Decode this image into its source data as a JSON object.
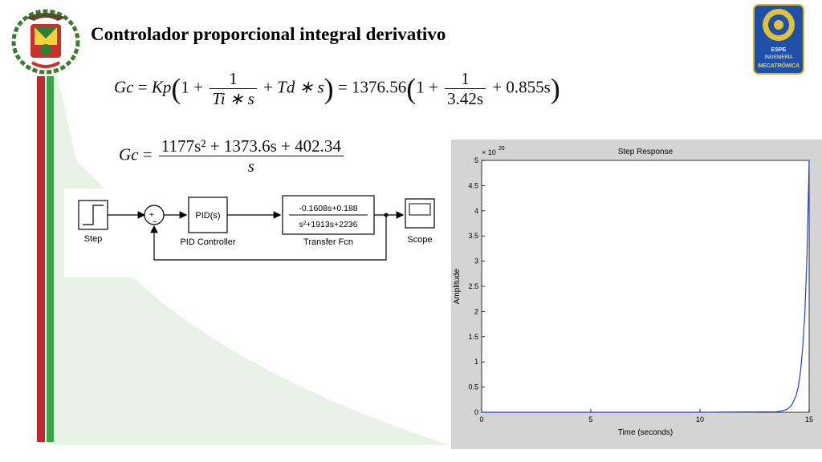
{
  "title": "Controlador proporcional integral derivativo",
  "equation1": {
    "lhs": "Gc",
    "eq": "=",
    "kp": "Kp",
    "one": "1",
    "plus": "+",
    "frac_num": "1",
    "frac_den": "Ti ∗ s",
    "td_term": "Td ∗ s",
    "kp_value": "1376.56",
    "frac2_num": "1",
    "frac2_den": "3.42s",
    "d_term": "0.855s"
  },
  "equation2": {
    "lhs": "Gc",
    "eq": "=",
    "numerator": "1177s² + 1373.6s + 402.34",
    "denominator": "s"
  },
  "block_diagram": {
    "step_label": "Step",
    "sum_plus": "+",
    "sum_minus": "−",
    "pid_block": "PID(s)",
    "pid_label": "PID Controller",
    "tf_num": "-0.1608s+0.188",
    "tf_den": "s²+1913s+2236",
    "tf_label": "Transfer Fcn",
    "scope_label": "Scope"
  },
  "logos": {
    "left": "university-crest",
    "right": "ESPE INGENIERÍA MECATRÓNICA",
    "right_line1": "ESPE",
    "right_line2": "INGENIERÍA",
    "right_line3": "MECATRÓNICA"
  },
  "colors": {
    "red_stripe": "#c0282d",
    "green_stripe": "#3aa545",
    "background_wedge": "#e8f1e6",
    "plot_line": "#1f3fd6",
    "figure_bg": "#d4d4d4"
  },
  "chart_data": {
    "type": "line",
    "title": "Step Response",
    "xlabel": "Time (seconds)",
    "ylabel": "Amplitude",
    "y_multiplier": "× 10",
    "y_exponent": "26",
    "xlim": [
      0,
      15
    ],
    "ylim": [
      0,
      5
    ],
    "xticks": [
      "0",
      "5",
      "10",
      "15"
    ],
    "yticks": [
      "0",
      "0.5",
      "1",
      "1.5",
      "2",
      "2.5",
      "3",
      "3.5",
      "4",
      "4.5",
      "5"
    ],
    "grid": false,
    "series": [
      {
        "x": [
          0,
          5,
          10,
          13.5,
          13.8,
          14.0,
          14.2,
          14.4,
          14.5,
          14.6,
          14.7,
          14.8,
          14.9,
          15.0
        ],
        "y": [
          0,
          0,
          0,
          0.01,
          0.03,
          0.06,
          0.14,
          0.33,
          0.5,
          0.8,
          1.25,
          1.95,
          3.1,
          5.0
        ]
      }
    ]
  }
}
